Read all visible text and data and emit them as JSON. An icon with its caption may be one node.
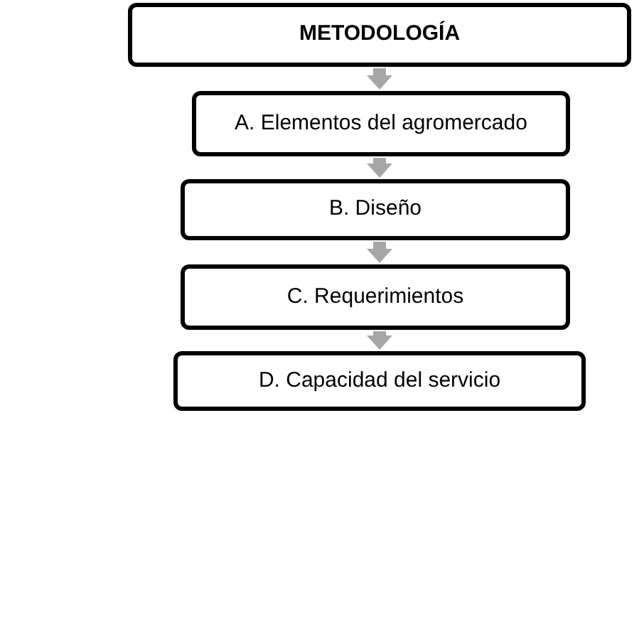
{
  "diagram": {
    "nodes": [
      {
        "text": [
          "METODOLOGÍA"
        ]
      },
      {
        "text": [
          "A. Elementos del agromercado"
        ]
      },
      {
        "text": [
          "B. Diseño"
        ]
      },
      {
        "text": [
          "C. Requerimientos"
        ]
      },
      {
        "text": [
          "D. Capacidad del servicio"
        ]
      }
    ],
    "edges": [
      {
        "from": 0,
        "to": 1,
        "arrow": "to",
        "color": "#a6a6a6"
      },
      {
        "from": 1,
        "to": 2,
        "arrow": "to",
        "color": "#a6a6a6"
      },
      {
        "from": 2,
        "to": 3,
        "arrow": "to",
        "color": "#a6a6a6"
      },
      {
        "from": 3,
        "to": 4,
        "arrow": "to",
        "color": "#a6a6a6"
      }
    ]
  }
}
